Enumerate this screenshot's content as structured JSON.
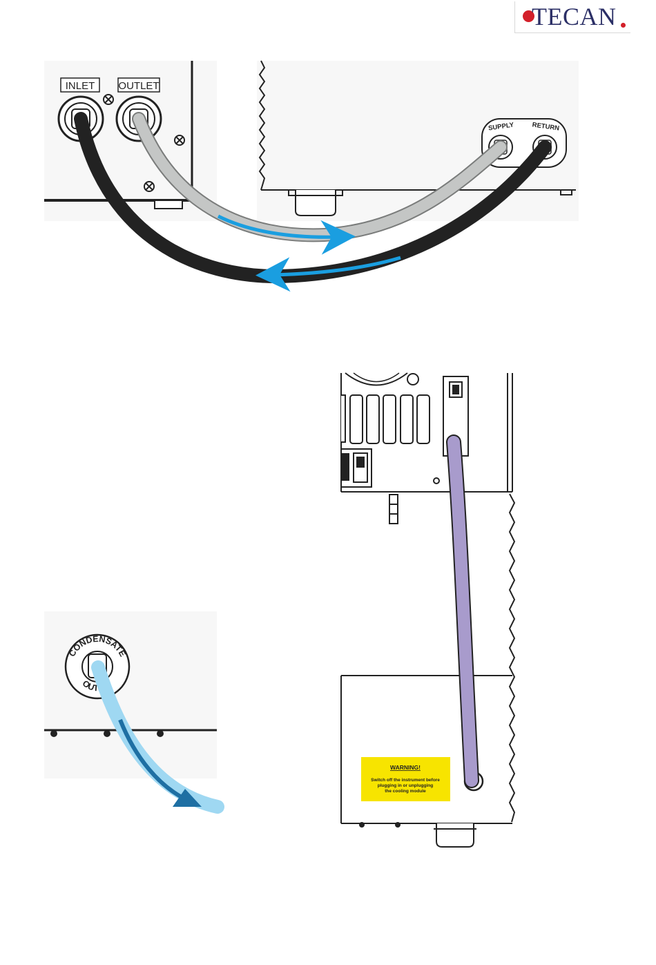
{
  "logo": {
    "text": "TECAN",
    "dot_color": "#d3202a",
    "text_color": "#2b2f66"
  },
  "figure_water_hoses": {
    "port_labels": {
      "inlet": "INLET",
      "outlet": "OUTLET",
      "supply": "SUPPLY",
      "return": "RETURN"
    },
    "hose_colors": {
      "supply_hose": "#c4c6c5",
      "return_hose": "#222222",
      "flow_arrow": "#1a9ee0"
    }
  },
  "figure_condensate": {
    "port_label_top": "CONDENSATE",
    "port_label_bottom": "OUTLET",
    "hose_color": "#9fd8f2",
    "arrow_color": "#1e6fa3"
  },
  "figure_cable": {
    "cable_color": "#a89bcc",
    "warning_label": {
      "title": "WARNING!",
      "line1": "Switch off the instrument before",
      "line2": "plugging in or unplugging",
      "line3": "the cooling module",
      "background": "#f7e400"
    }
  }
}
